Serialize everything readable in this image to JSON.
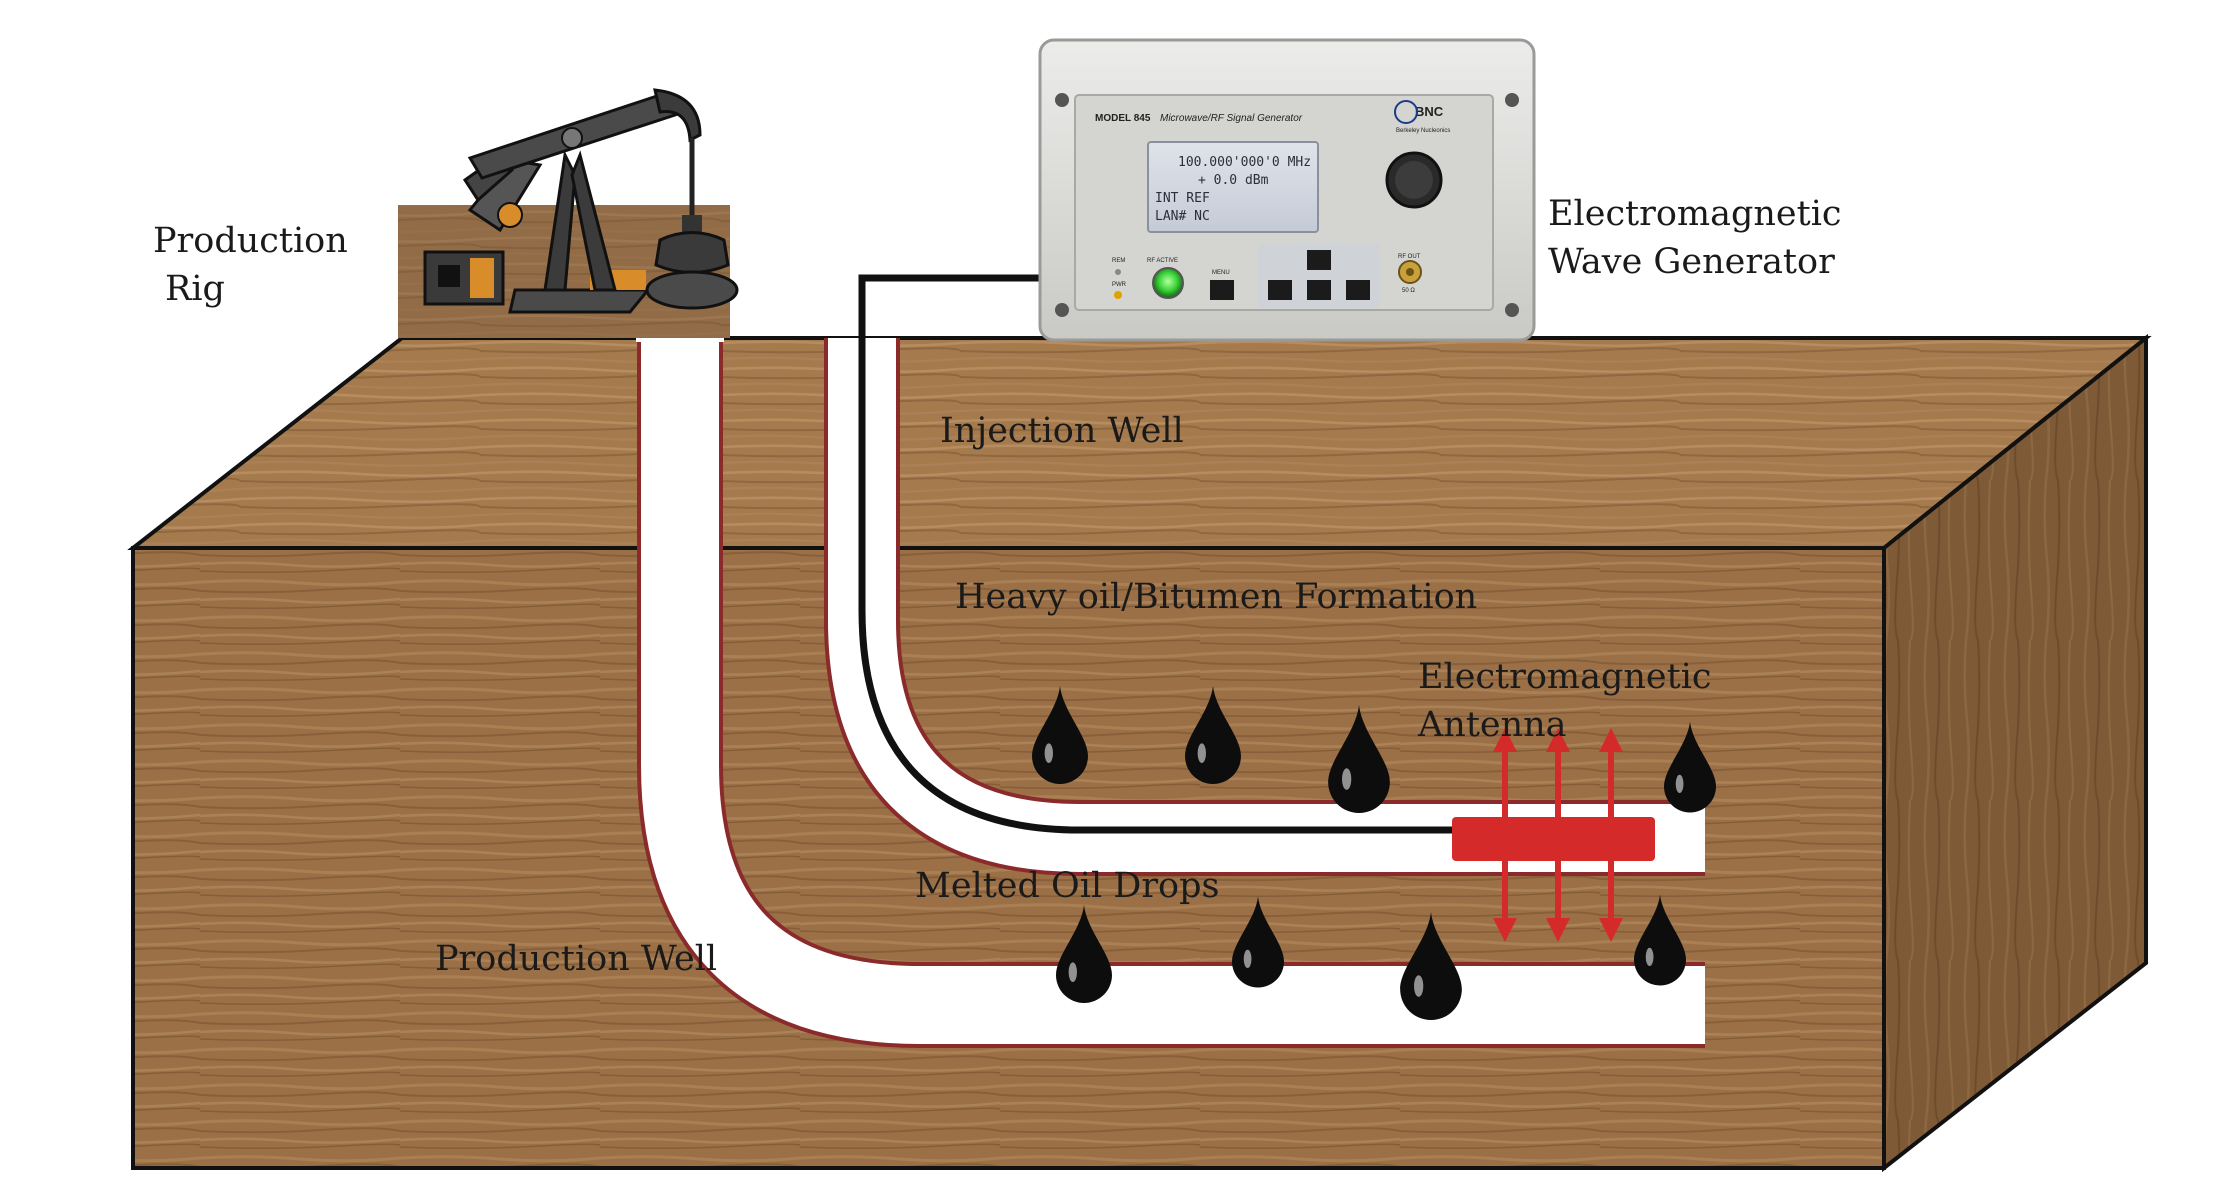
{
  "labels": {
    "production_rig": [
      "Production",
      "Rig"
    ],
    "generator": [
      "Electromagnetic",
      "Wave Generator"
    ],
    "injection_well": "Injection Well",
    "formation": "Heavy oil/Bitumen Formation",
    "antenna": [
      "Electromagnetic",
      "Antenna"
    ],
    "melted_drops": "Melted Oil Drops",
    "production_well": "Production Well"
  },
  "device": {
    "model": "MODEL 845",
    "title": "Microwave/RF Signal Generator",
    "brand": "BNC",
    "brand_sub": "Berkeley Nucleonics",
    "lcd_lines": [
      "100.000'000'0 MHz",
      "+ 0.0 dBm",
      "INT REF",
      "LAN# NC"
    ],
    "rem_label": "REM",
    "pwr_label": "PWR",
    "rf_active_label": "RF ACTIVE",
    "menu_label": "MENU",
    "rf_out_label": "RF OUT",
    "rf_out_sub": "50 Ω"
  },
  "colors": {
    "wood_front": "#9b7046",
    "wood_top": "#a57b4e",
    "wood_side": "#7e5a36",
    "well_outline": "#8b2a2a",
    "antenna": "#d42a2a",
    "oil_drop": "#0d0d0d",
    "device_body": "#d9d9d7",
    "led_green": "#3bd43b"
  },
  "icons": {
    "pump_jack": "pump-jack-icon",
    "oil_drop": "oil-drop-icon",
    "arrow": "double-arrow-icon"
  }
}
